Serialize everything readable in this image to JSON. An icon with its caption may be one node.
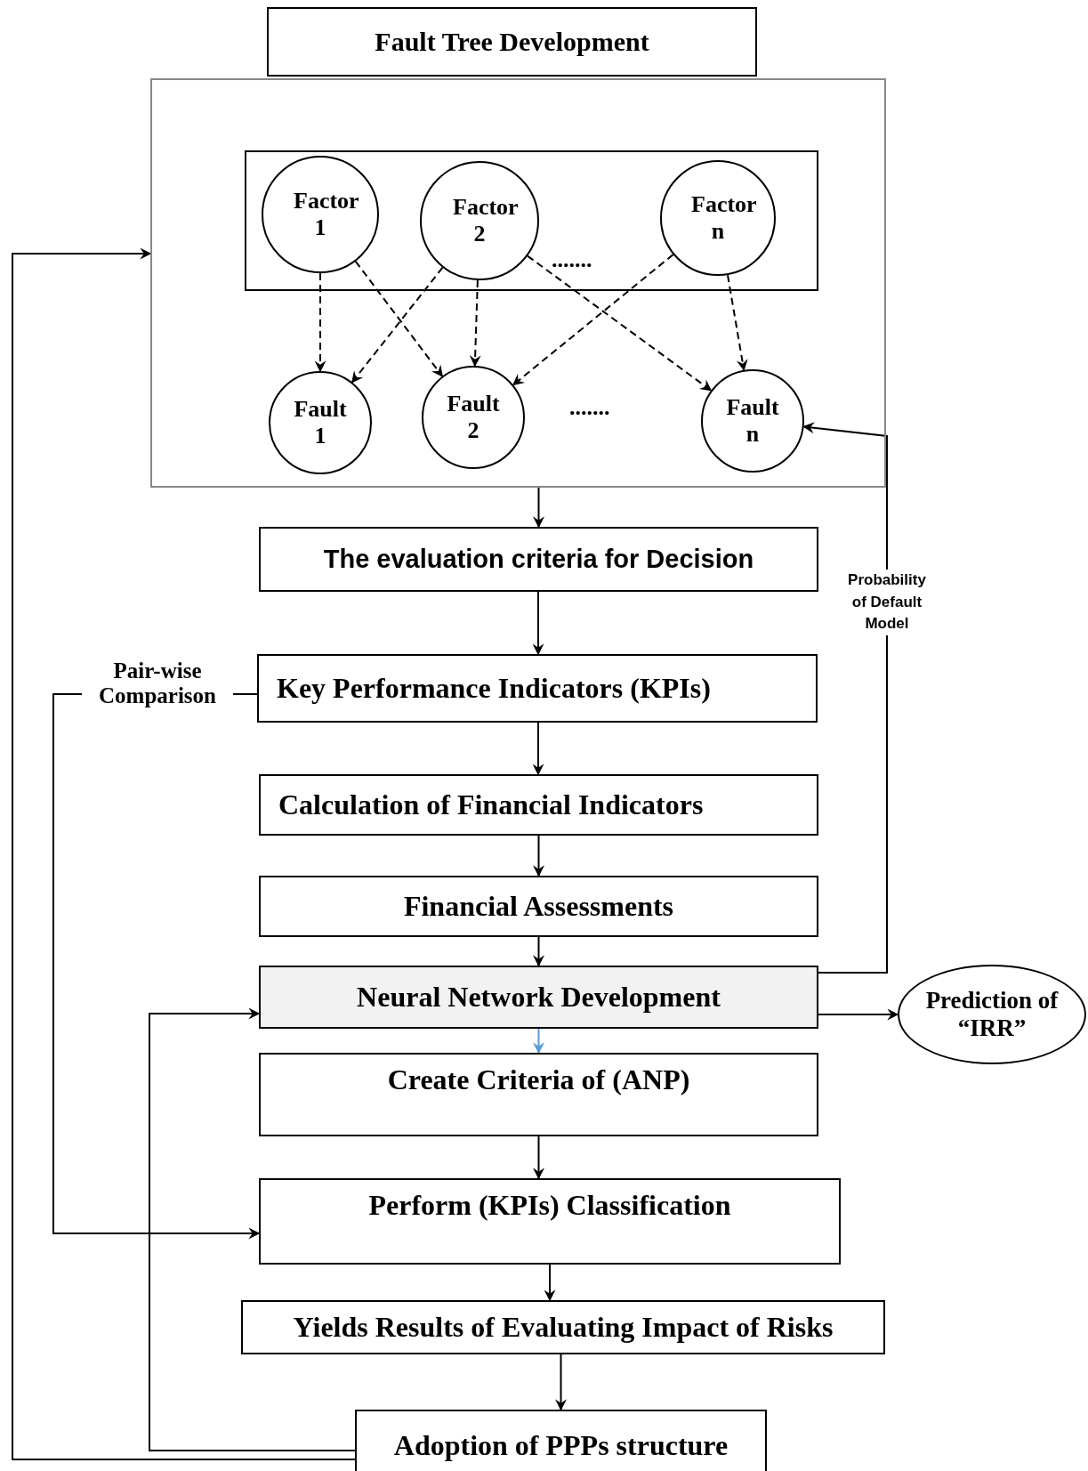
{
  "diagram": {
    "nodes": [
      {
        "text": [
          "Fault Tree Development"
        ]
      },
      {
        "text": [],
        "shape": "box"
      },
      {
        "text": [],
        "shape": "box",
        "in": 1
      },
      {
        "text": [
          "Factor 1"
        ],
        "in": 2
      },
      {
        "text": [
          "Factor 2"
        ],
        "in": 2
      },
      {
        "text": [
          "Factor n"
        ],
        "in": 2
      },
      {
        "text": [
          "Fault 1"
        ],
        "in": 1
      },
      {
        "text": [
          "Fault 2"
        ],
        "in": 1
      },
      {
        "text": [
          "Fault n"
        ],
        "in": 1
      },
      {
        "text": [
          "The evaluation criteria for Decision"
        ]
      },
      {
        "text": [
          "Key Performance Indicators (KPIs)"
        ]
      },
      {
        "text": [
          "Calculation of Financial Indicators"
        ]
      },
      {
        "text": [
          "Financial Assessments"
        ]
      },
      {
        "text": [
          "Neural Network Development"
        ]
      },
      {
        "text": [
          "Prediction of “IRR”"
        ]
      },
      {
        "text": [
          "Create Criteria of (ANP)"
        ]
      },
      {
        "text": [
          "Perform (KPIs) Classification"
        ]
      },
      {
        "text": [
          "Yields Results of Evaluating Impact of Risks"
        ]
      },
      {
        "text": [
          "Adoption of PPPs structure"
        ]
      }
    ],
    "edges": [
      {
        "from": 3,
        "to": 6,
        "arrow": "to",
        "style": "dashed"
      },
      {
        "from": 3,
        "to": 7,
        "arrow": "to",
        "style": "dashed"
      },
      {
        "from": 4,
        "to": 6,
        "arrow": "to",
        "style": "dashed"
      },
      {
        "from": 4,
        "to": 7,
        "arrow": "to",
        "style": "dashed"
      },
      {
        "from": 4,
        "to": 8,
        "arrow": "to",
        "style": "dashed"
      },
      {
        "from": 5,
        "to": 7,
        "arrow": "to",
        "style": "dashed"
      },
      {
        "from": 5,
        "to": 8,
        "arrow": "to",
        "style": "dashed"
      },
      {
        "from": 1,
        "to": 9,
        "arrow": "to"
      },
      {
        "from": 9,
        "to": 10,
        "arrow": "to"
      },
      {
        "from": 10,
        "to": 11,
        "arrow": "to"
      },
      {
        "from": 11,
        "to": 12,
        "arrow": "to"
      },
      {
        "from": 12,
        "to": 13,
        "arrow": "to"
      },
      {
        "from": 13,
        "to": 14,
        "arrow": "to"
      },
      {
        "from": 13,
        "to": 8,
        "arrow": "to",
        "label": "Probability of Default Model"
      },
      {
        "from": 13,
        "to": 15,
        "arrow": "to",
        "color": "#5b9bd5"
      },
      {
        "from": 15,
        "to": 16,
        "arrow": "to"
      },
      {
        "from": 10,
        "to": 16,
        "arrow": "to",
        "label": "Pair-wise Comparison"
      },
      {
        "from": 16,
        "to": 17,
        "arrow": "to"
      },
      {
        "from": 17,
        "to": 18,
        "arrow": "to"
      },
      {
        "from": 18,
        "to": 13,
        "arrow": "to"
      },
      {
        "from": 18,
        "to": 1,
        "arrow": "to"
      }
    ],
    "labels": [
      ".......",
      "......."
    ]
  }
}
